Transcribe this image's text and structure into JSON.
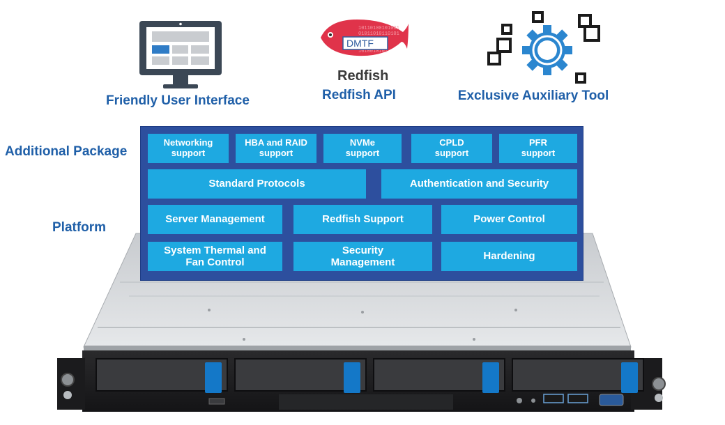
{
  "features": {
    "ui_label": "Friendly User Interface",
    "redfish_logo_brand": "DMTF",
    "redfish_logo_word": "Redfish",
    "redfish_label": "Redfish API",
    "tool_label": "Exclusive Auxiliary Tool"
  },
  "side_labels": {
    "additional_package": "Additional Package",
    "platform": "Platform"
  },
  "packages": [
    {
      "line1": "Networking",
      "line2": "support"
    },
    {
      "line1": "HBA and RAID",
      "line2": "support"
    },
    {
      "line1": "NVMe",
      "line2": "support"
    },
    {
      "line1": "CPLD",
      "line2": "support"
    },
    {
      "line1": "PFR",
      "line2": "support"
    }
  ],
  "platform_rows": {
    "row1": [
      "Standard Protocols",
      "Authentication and Security"
    ],
    "row2": [
      "Server Management",
      "Redfish Support",
      "Power Control"
    ],
    "row3": [
      {
        "line1": "System Thermal and",
        "line2": "Fan Control"
      },
      {
        "line1": "Security",
        "line2": "Management"
      },
      {
        "line1": "Hardening",
        "line2": ""
      }
    ]
  },
  "colors": {
    "accent_text": "#1f5fa8",
    "stack_bg": "#2d4f9e",
    "cell_bg": "#1ea9e1",
    "drive_tab": "#1478c8",
    "redfish_red": "#e0334a"
  },
  "icons": [
    "monitor-icon",
    "redfish-logo",
    "gear-icon"
  ]
}
